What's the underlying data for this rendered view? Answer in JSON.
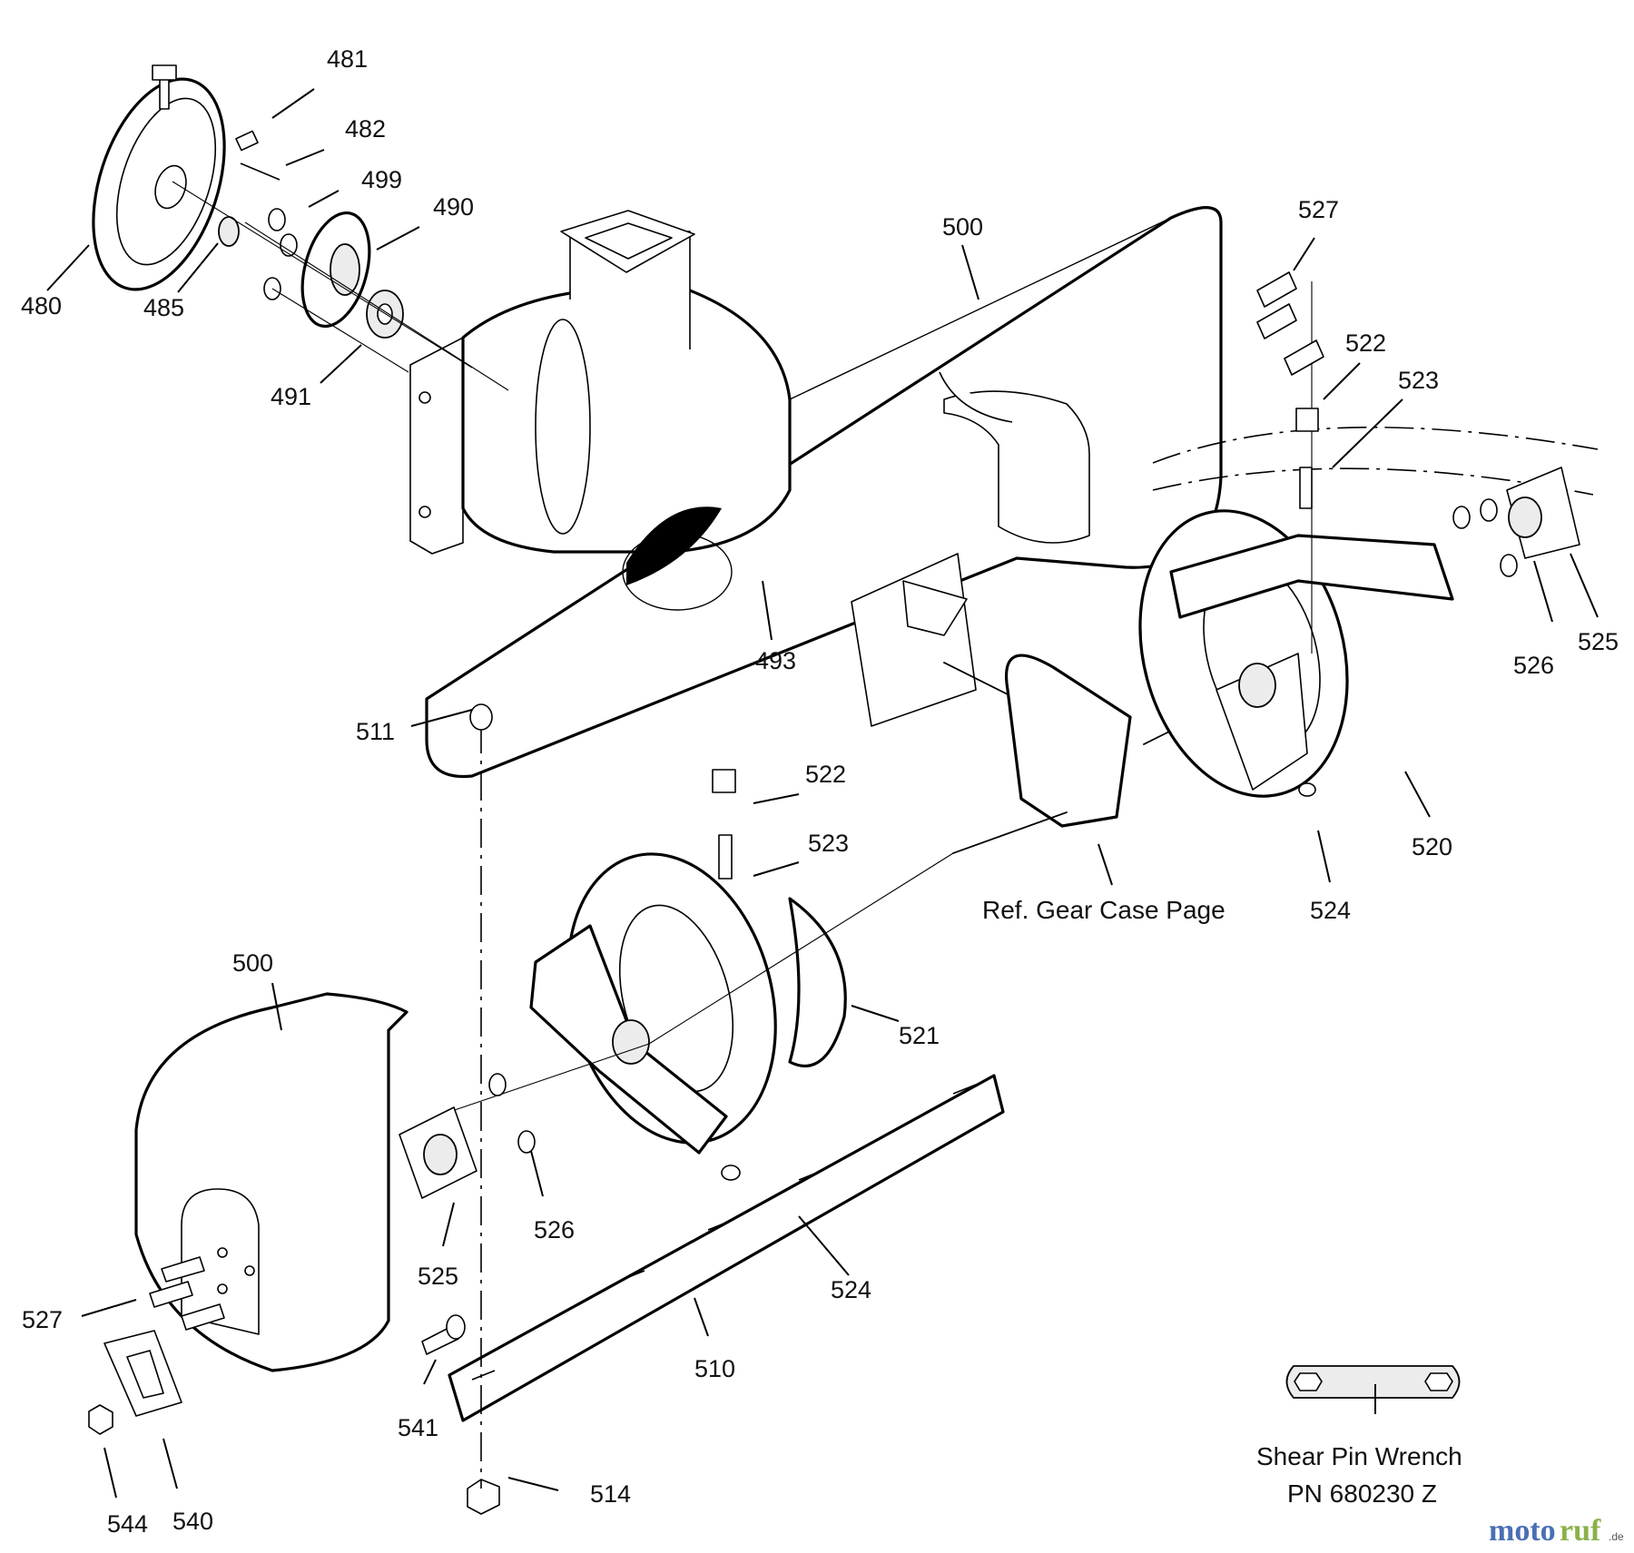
{
  "diagram": {
    "part_numbers": {
      "p481": "481",
      "p482": "482",
      "p499": "499",
      "p490": "490",
      "p480": "480",
      "p485": "485",
      "p491": "491",
      "p500a": "500",
      "p527a": "527",
      "p522a": "522",
      "p523a": "523",
      "p493": "493",
      "p511": "511",
      "p526a": "526",
      "p525a": "525",
      "p520": "520",
      "p524a": "524",
      "p522b": "522",
      "p523b": "523",
      "p521": "521",
      "p500b": "500",
      "p526b": "526",
      "p525b": "525",
      "p524b": "524",
      "p527b": "527",
      "p510": "510",
      "p541": "541",
      "p514": "514",
      "p544": "544",
      "p540": "540"
    },
    "ref_gear_case": "Ref. Gear Case Page",
    "wrench_line1": "Shear Pin Wrench",
    "wrench_line2": "PN 680230 Z"
  },
  "watermark": {
    "part1": "moto",
    "part2": "ruf",
    "suffix": ".de"
  }
}
